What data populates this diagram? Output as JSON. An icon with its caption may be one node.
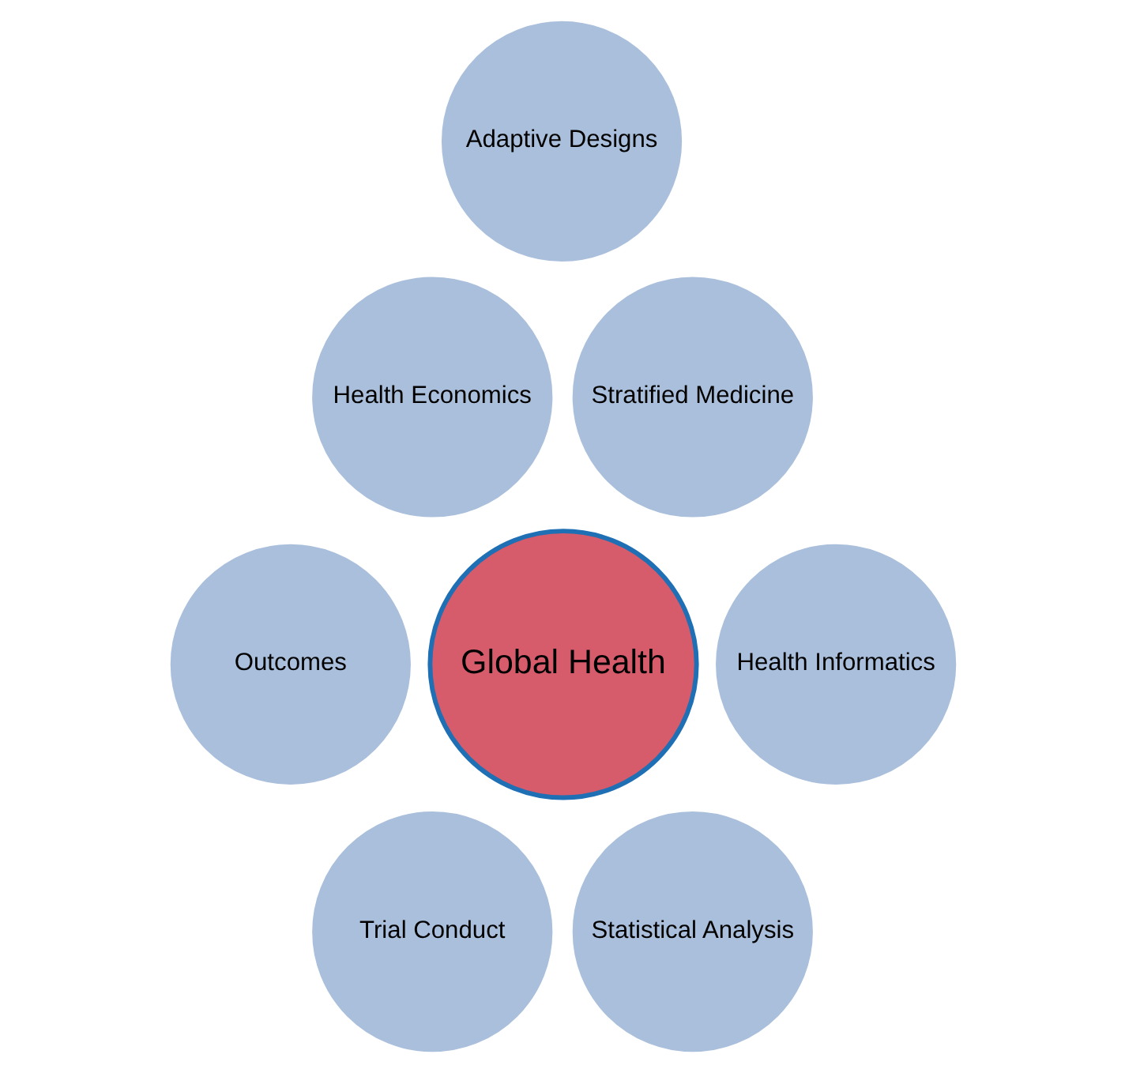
{
  "diagram": {
    "nodes": [
      {
        "text": [
          "Adaptive Designs"
        ]
      },
      {
        "text": [
          "Health Economics"
        ]
      },
      {
        "text": [
          "Stratified Medicine"
        ]
      },
      {
        "text": [
          "Outcomes"
        ]
      },
      {
        "text": [
          "Global Health"
        ]
      },
      {
        "text": [
          "Health Informatics"
        ]
      },
      {
        "text": [
          "Trial Conduct"
        ]
      },
      {
        "text": [
          "Statistical Analysis"
        ]
      }
    ]
  }
}
